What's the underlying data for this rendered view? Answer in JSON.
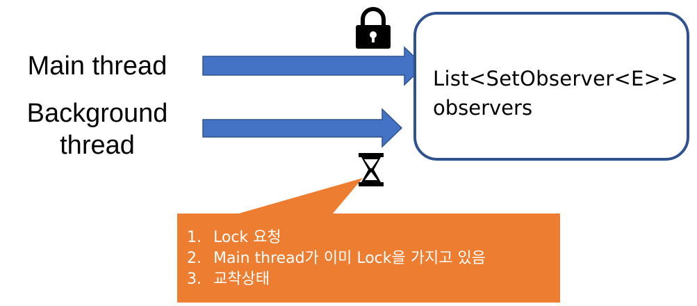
{
  "labels": {
    "main_thread": "Main thread",
    "background_thread_line1": "Background",
    "background_thread_line2": "thread"
  },
  "observer_box": {
    "line1": "List<SetObserver<E>>",
    "line2": "observers"
  },
  "callout": {
    "items": [
      {
        "number": "1.",
        "text": "Lock 요청"
      },
      {
        "number": "2.",
        "text": "Main thread가 이미 Lock을 가지고 있음"
      },
      {
        "number": "3.",
        "text": "교착상태"
      }
    ]
  },
  "icons": {
    "lock": "lock-icon",
    "hourglass": "hourglass-icon"
  },
  "colors": {
    "arrow": "#4472c4",
    "arrow_border": "#2f528f",
    "box_border": "#2f528f",
    "callout": "#ed7d31",
    "callout_text": "#ffffff"
  }
}
